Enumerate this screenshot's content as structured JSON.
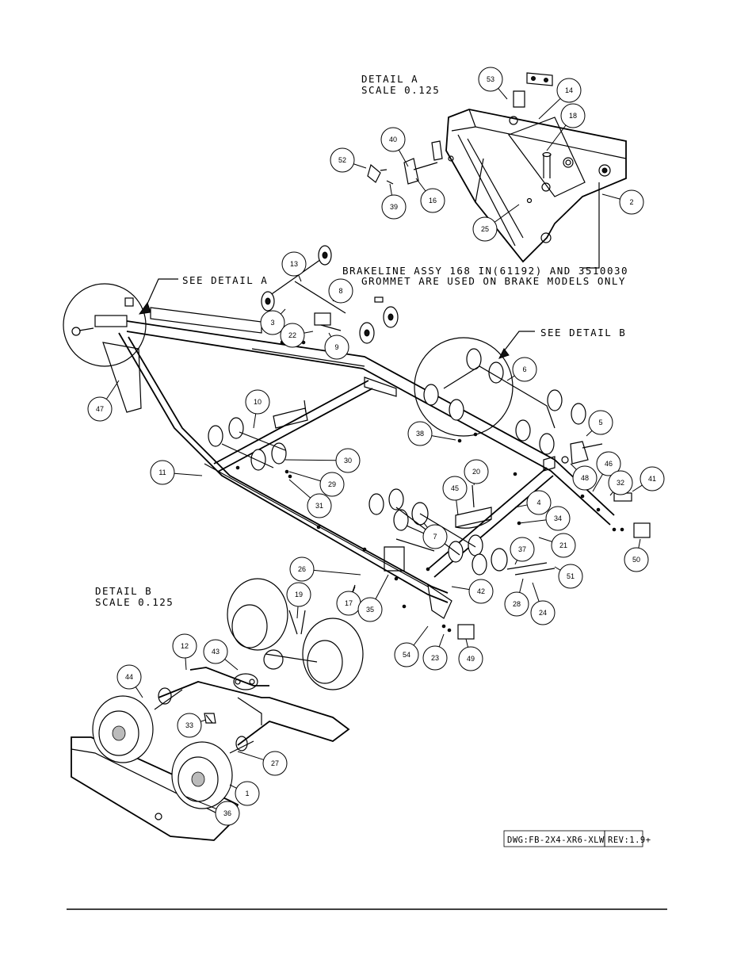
{
  "detail_a": {
    "title": "DETAIL  A",
    "scale": "SCALE  0.125",
    "see_label": "SEE DETAIL  A"
  },
  "detail_b": {
    "title": "DETAIL  B",
    "scale": "SCALE  0.125",
    "see_label": "SEE DETAIL  B"
  },
  "note": {
    "line1": "BRAKELINE ASSY 168 IN(61192) AND 3510030",
    "line2": "GROMMET ARE USED ON BRAKE MODELS ONLY"
  },
  "title_block": {
    "dwg": "DWG:FB-2X4-XR6-XLW",
    "rev": "REV:1.9+"
  },
  "callouts": [
    {
      "id": "c53",
      "label": "53"
    },
    {
      "id": "c14",
      "label": "14"
    },
    {
      "id": "c18",
      "label": "18"
    },
    {
      "id": "c40",
      "label": "40"
    },
    {
      "id": "c52",
      "label": "52"
    },
    {
      "id": "c16",
      "label": "16"
    },
    {
      "id": "c39",
      "label": "39"
    },
    {
      "id": "c2",
      "label": "2"
    },
    {
      "id": "c25",
      "label": "25"
    },
    {
      "id": "c13",
      "label": "13"
    },
    {
      "id": "c8",
      "label": "8"
    },
    {
      "id": "c3",
      "label": "3"
    },
    {
      "id": "c22",
      "label": "22"
    },
    {
      "id": "c9",
      "label": "9"
    },
    {
      "id": "c6",
      "label": "6"
    },
    {
      "id": "c47",
      "label": "47"
    },
    {
      "id": "c10",
      "label": "10"
    },
    {
      "id": "c5",
      "label": "5"
    },
    {
      "id": "c38",
      "label": "38"
    },
    {
      "id": "c30",
      "label": "30"
    },
    {
      "id": "c11",
      "label": "11"
    },
    {
      "id": "c29",
      "label": "29"
    },
    {
      "id": "c46",
      "label": "46"
    },
    {
      "id": "c48",
      "label": "48"
    },
    {
      "id": "c32",
      "label": "32"
    },
    {
      "id": "c41",
      "label": "41"
    },
    {
      "id": "c31",
      "label": "31"
    },
    {
      "id": "c20",
      "label": "20"
    },
    {
      "id": "c45",
      "label": "45"
    },
    {
      "id": "c4",
      "label": "4"
    },
    {
      "id": "c34",
      "label": "34"
    },
    {
      "id": "c7",
      "label": "7"
    },
    {
      "id": "c21",
      "label": "21"
    },
    {
      "id": "c37",
      "label": "37"
    },
    {
      "id": "c50",
      "label": "50"
    },
    {
      "id": "c51",
      "label": "51"
    },
    {
      "id": "c26",
      "label": "26"
    },
    {
      "id": "c19",
      "label": "19"
    },
    {
      "id": "c42",
      "label": "42"
    },
    {
      "id": "c28",
      "label": "28"
    },
    {
      "id": "c17",
      "label": "17"
    },
    {
      "id": "c35",
      "label": "35"
    },
    {
      "id": "c24",
      "label": "24"
    },
    {
      "id": "c12",
      "label": "12"
    },
    {
      "id": "c43",
      "label": "43"
    },
    {
      "id": "c54",
      "label": "54"
    },
    {
      "id": "c23",
      "label": "23"
    },
    {
      "id": "c49",
      "label": "49"
    },
    {
      "id": "c44",
      "label": "44"
    },
    {
      "id": "c33",
      "label": "33"
    },
    {
      "id": "c27",
      "label": "27"
    },
    {
      "id": "c1",
      "label": "1"
    },
    {
      "id": "c36",
      "label": "36"
    }
  ]
}
